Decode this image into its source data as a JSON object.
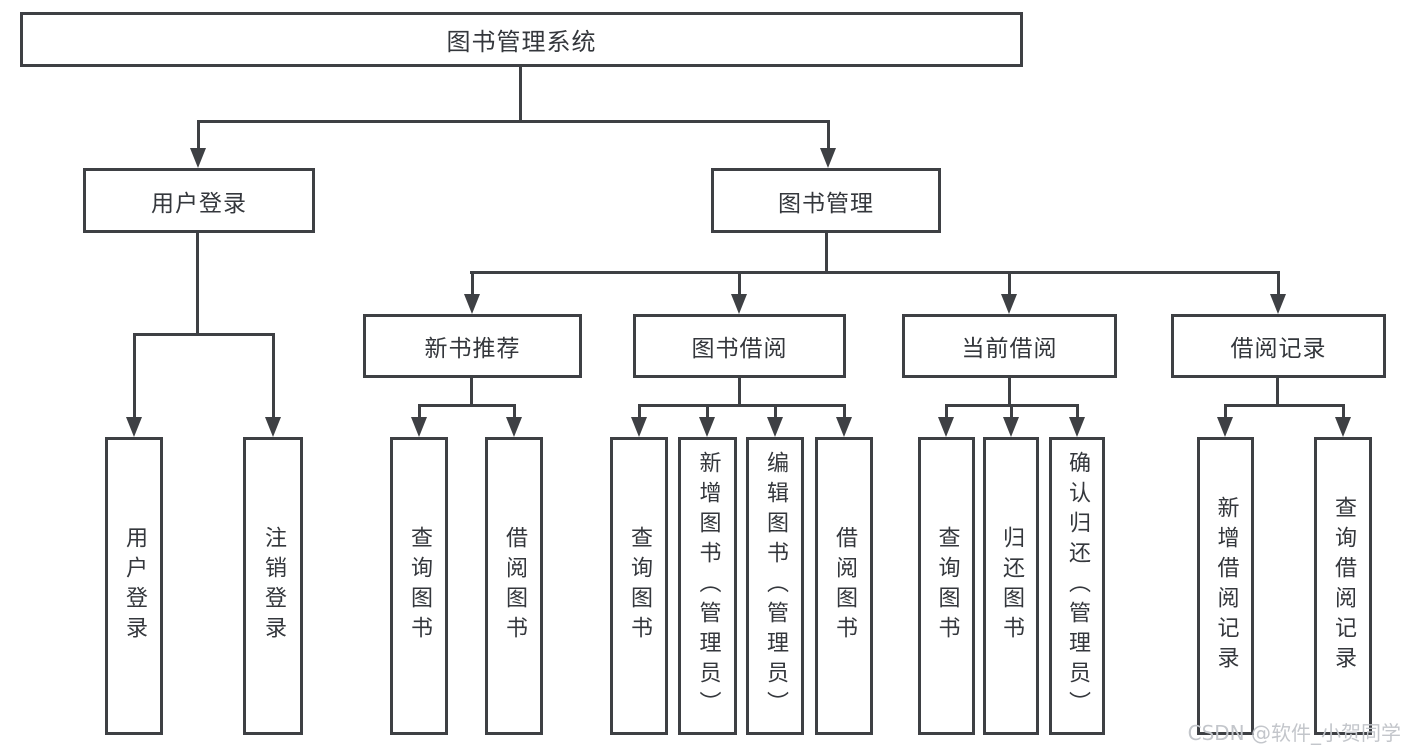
{
  "diagram_title": "图书管理系统",
  "tree": {
    "root": {
      "label": "图书管理系统"
    },
    "level2": [
      {
        "label": "用户登录"
      },
      {
        "label": "图书管理"
      }
    ],
    "level3": [
      {
        "label": "新书推荐",
        "parent": "图书管理"
      },
      {
        "label": "图书借阅",
        "parent": "图书管理"
      },
      {
        "label": "当前借阅",
        "parent": "图书管理"
      },
      {
        "label": "借阅记录",
        "parent": "图书管理"
      }
    ],
    "leaves": [
      {
        "label": "用户登录",
        "parent": "用户登录"
      },
      {
        "label": "注销登录",
        "parent": "用户登录"
      },
      {
        "label": "查询图书",
        "parent": "新书推荐"
      },
      {
        "label": "借阅图书",
        "parent": "新书推荐"
      },
      {
        "label": "查询图书",
        "parent": "图书借阅"
      },
      {
        "label": "新增图书（管理员）",
        "parent": "图书借阅"
      },
      {
        "label": "编辑图书（管理员）",
        "parent": "图书借阅"
      },
      {
        "label": "借阅图书",
        "parent": "图书借阅"
      },
      {
        "label": "查询图书",
        "parent": "当前借阅"
      },
      {
        "label": "归还图书",
        "parent": "当前借阅"
      },
      {
        "label": "确认归还（管理员）",
        "parent": "当前借阅"
      },
      {
        "label": "新增借阅记录",
        "parent": "借阅记录"
      },
      {
        "label": "查询借阅记录",
        "parent": "借阅记录"
      }
    ]
  },
  "watermark": "CSDN @软件_小贺同学",
  "colors": {
    "line": "#3e4044",
    "text": "#34373c",
    "watermark": "#c3c6cb",
    "background": "#ffffff"
  }
}
